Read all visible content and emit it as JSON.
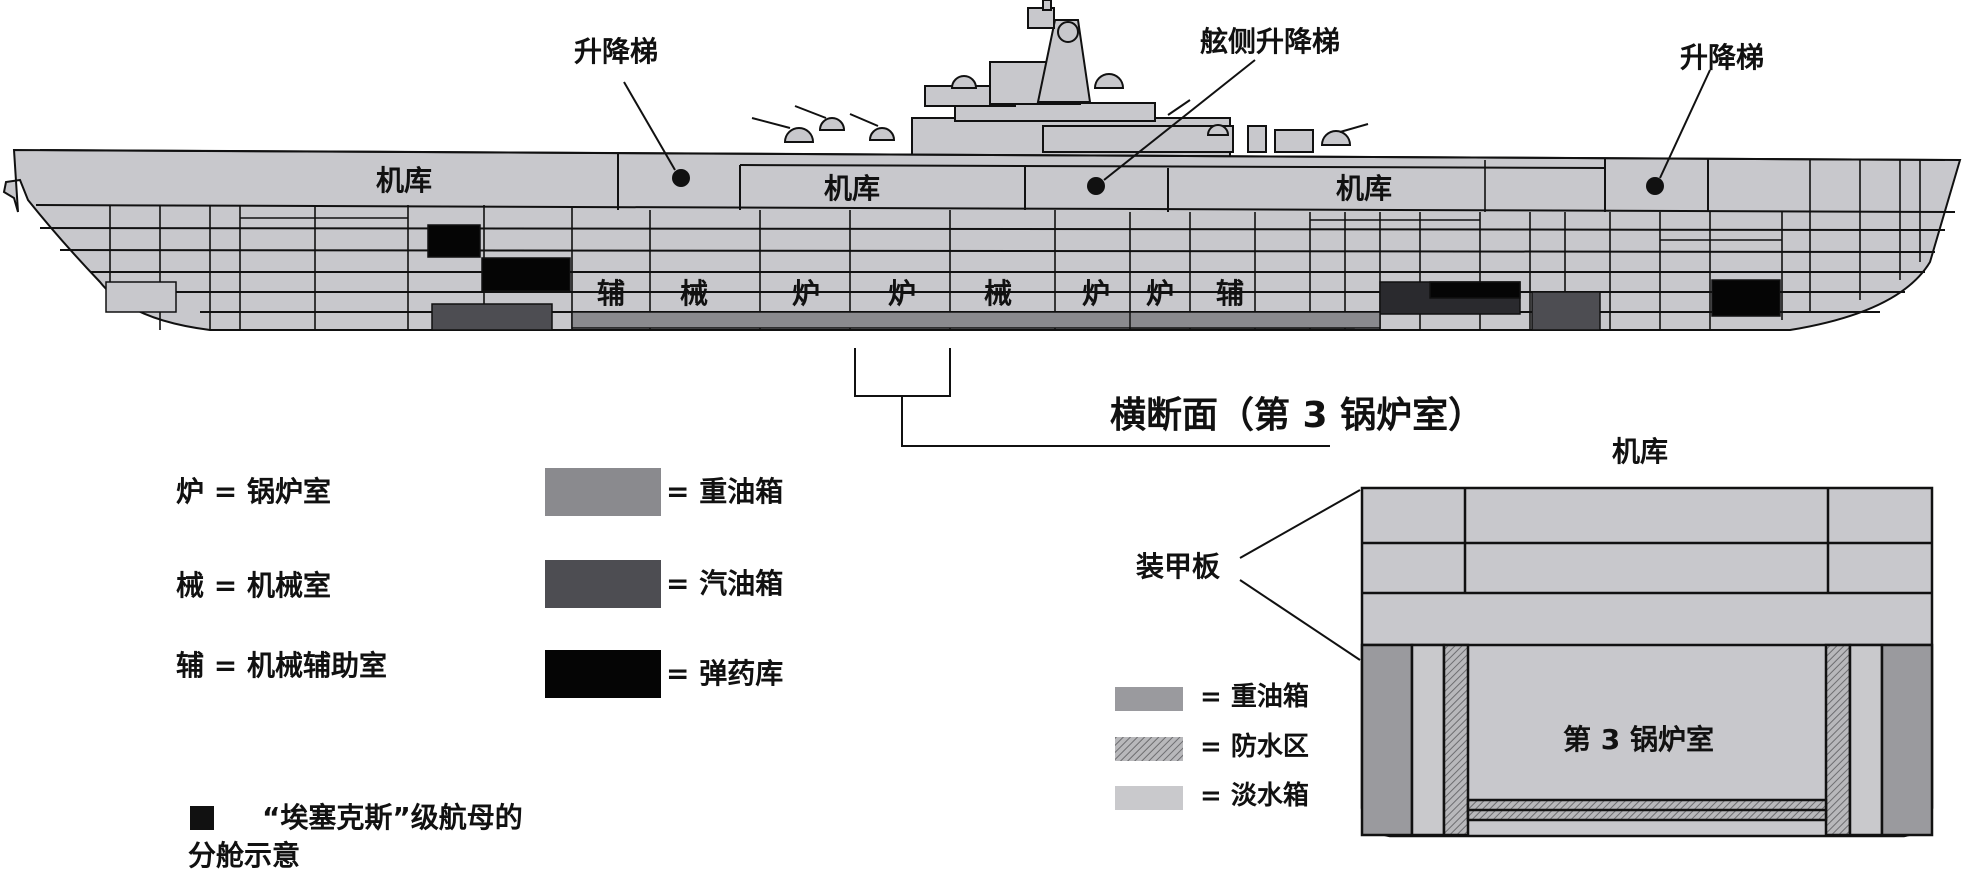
{
  "labels": {
    "lift_left": "升降梯",
    "lift_center": "舷侧升降梯",
    "lift_right": "升降梯",
    "hangar_1": "机库",
    "hangar_2": "机库",
    "hangar_3": "机库",
    "room_fu_1": "辅",
    "room_xie_1": "械",
    "room_lu_1": "炉",
    "room_lu_2": "炉",
    "room_xie_2": "械",
    "room_lu_3": "炉",
    "room_lu_4": "炉",
    "room_fu_2": "辅",
    "cross_section_title": "横断面（第 3 锅炉室）",
    "cross_hangar": "机库",
    "armor_plate": "装甲板",
    "boiler_room_3": "第 3 锅炉室"
  },
  "legend_left": [
    {
      "symbol": "炉",
      "eq": "=",
      "meaning": "锅炉室"
    },
    {
      "symbol": "械",
      "eq": "=",
      "meaning": "机械室"
    },
    {
      "symbol": "辅",
      "eq": "=",
      "meaning": "机械辅助室"
    }
  ],
  "legend_middle": [
    {
      "color": "#8a8a8e",
      "eq": "=",
      "meaning": "重油箱"
    },
    {
      "color": "#4d4d52",
      "eq": "=",
      "meaning": "汽油箱"
    },
    {
      "color": "#050505",
      "eq": "=",
      "meaning": "弹药库"
    }
  ],
  "legend_cross": [
    {
      "color": "#9a9a9e",
      "eq": "=",
      "meaning": "重油箱"
    },
    {
      "color": "#8e8e90",
      "eq": "=",
      "meaning": "防水区",
      "pattern": "hatch"
    },
    {
      "color": "#c9c9cc",
      "eq": "=",
      "meaning": "淡水箱"
    }
  ],
  "caption": {
    "line1": "“埃塞克斯”级航母的",
    "line2": "分舱示意"
  },
  "colors": {
    "hull": "#c8c8cc",
    "heavy_oil": "#8a8a8e",
    "gasoline": "#4d4d52",
    "magazine": "#050505",
    "fresh_water": "#c9c9cc",
    "line": "#111111"
  }
}
